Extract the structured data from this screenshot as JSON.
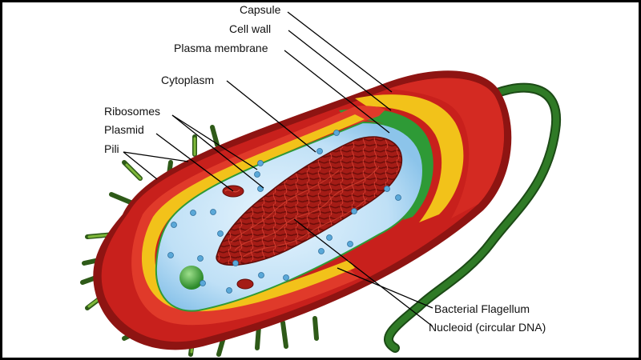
{
  "diagram": {
    "labels": {
      "capsule": "Capsule",
      "cell_wall": "Cell wall",
      "plasma_membrane": "Plasma membrane",
      "cytoplasm": "Cytoplasm",
      "ribosomes": "Ribosomes",
      "plasmid": "Plasmid",
      "pili": "Pili",
      "flagellum": "Bacterial Flagellum",
      "nucleoid": "Nucleoid (circular DNA)"
    },
    "colors": {
      "capsule": "#c8201c",
      "capsule_dark": "#8e1412",
      "cell_wall": "#f2c21a",
      "plasma_membrane": "#2e9a36",
      "cytoplasm": "#bfe0f6",
      "nucleoid": "#9c1a14",
      "flagellum": "#2a6a22",
      "pili": "#4e8a26",
      "ribosome": "#5aa8d8"
    }
  }
}
